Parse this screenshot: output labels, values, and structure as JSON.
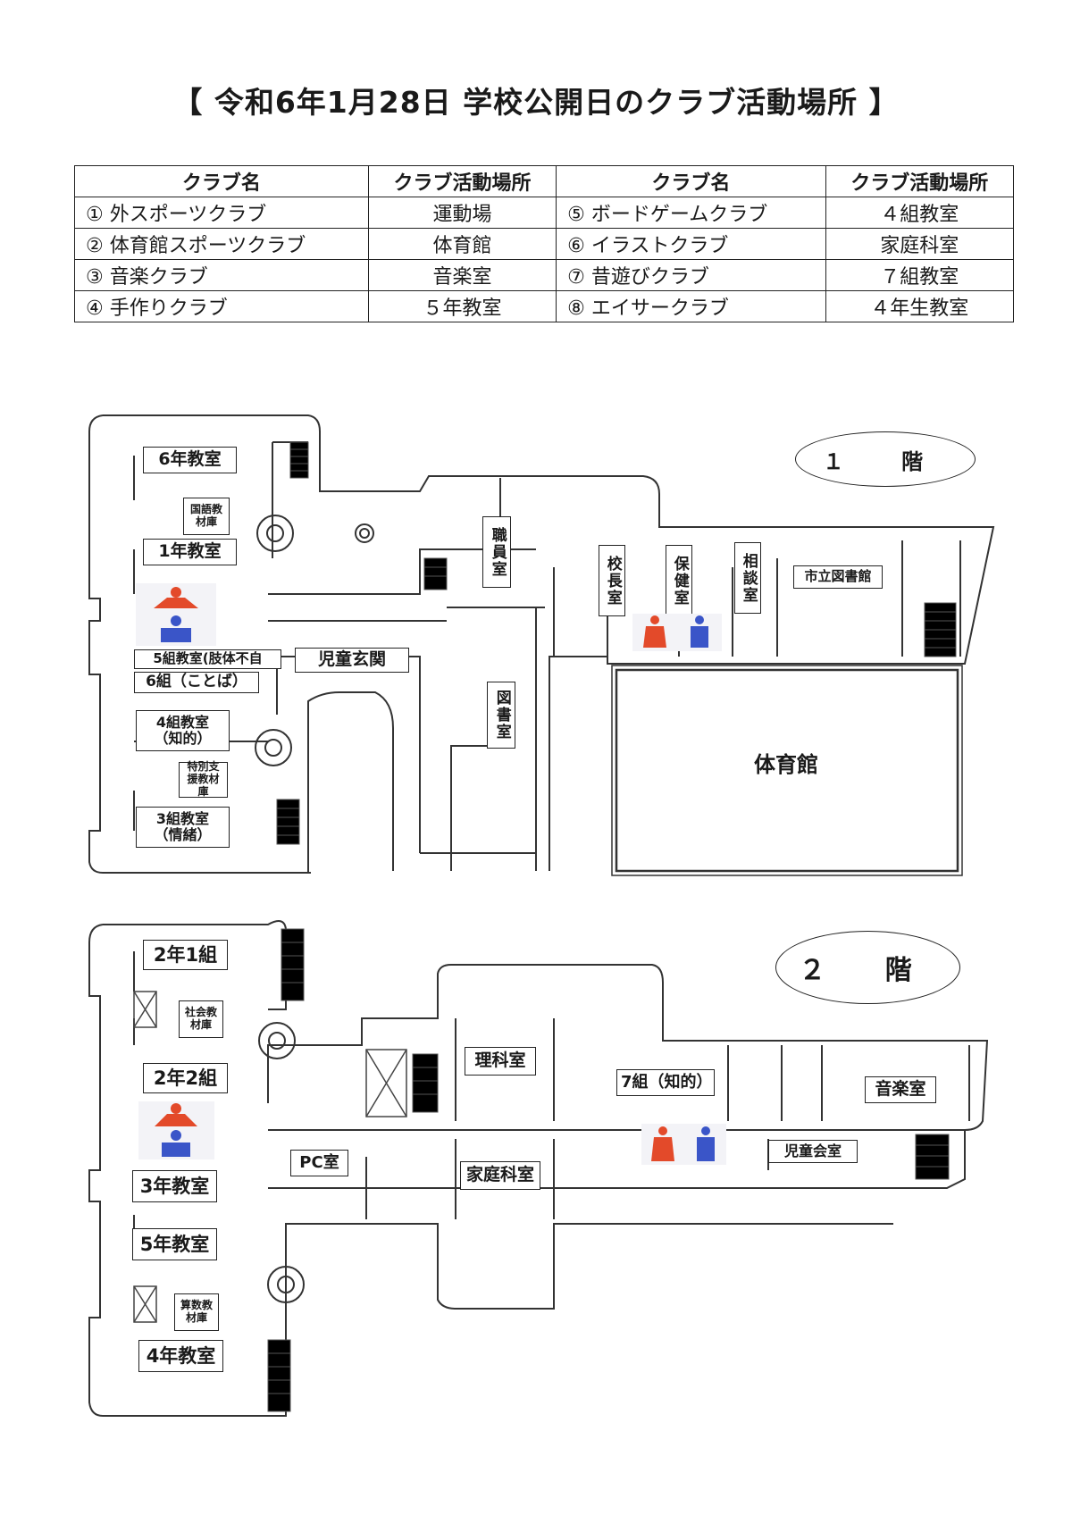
{
  "title": "【 令和6年1月28日 学校公開日のクラブ活動場所 】",
  "table": {
    "headers": [
      "クラブ名",
      "クラブ活動場所",
      "クラブ名",
      "クラブ活動場所"
    ],
    "rows": [
      {
        "c1": "① 外スポーツクラブ",
        "p1": "運動場",
        "c2": "⑤ ボードゲームクラブ",
        "p2": "４組教室"
      },
      {
        "c1": "② 体育館スポーツクラブ",
        "p1": "体育館",
        "c2": "⑥ イラストクラブ",
        "p2": "家庭科室"
      },
      {
        "c1": "③ 音楽クラブ",
        "p1": "音楽室",
        "c2": "⑦ 昔遊びクラブ",
        "p2": "７組教室"
      },
      {
        "c1": "④ 手作りクラブ",
        "p1": "５年教室",
        "c2": "⑧ エイサークラブ",
        "p2": "４年生教室"
      }
    ]
  },
  "floor1": {
    "badge": "１ 階",
    "rooms": {
      "grade6": "6年教室",
      "kokugo": "国語教材庫",
      "grade1": "1年教室",
      "kumi5": "5組教室(肢体不自",
      "kumi6": "6組（ことば）",
      "kumi4": "4組教室\n（知的）",
      "tokubetsu": "特別支援教材庫",
      "kumi3": "3組教室\n（情緒）",
      "entrance": "児童玄関",
      "staff": "職員室",
      "principal": "校長室",
      "nurse": "保健室",
      "consult": "相談室",
      "citylib": "市立図書館",
      "library": "図書室",
      "gym": "体育館"
    }
  },
  "floor2": {
    "badge": "２ 階",
    "rooms": {
      "g2k1": "2年1組",
      "shakai": "社会教材庫",
      "g2k2": "2年2組",
      "g3": "3年教室",
      "g5": "5年教室",
      "sansu": "算数教材庫",
      "g4": "4年教室",
      "pc": "PC室",
      "science": "理科室",
      "homeec": "家庭科室",
      "kumi7": "7組（知的）",
      "music": "音楽室",
      "council": "児童会室"
    }
  },
  "colors": {
    "male": "#3a55c8",
    "female": "#e34a2a",
    "line": "#333333"
  }
}
